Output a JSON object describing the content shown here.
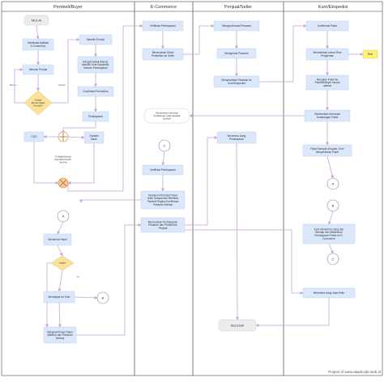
{
  "lanes": [
    {
      "id": "buyer",
      "label": "Pembeli/Buyer"
    },
    {
      "id": "ecom",
      "label": "E-Commerce"
    },
    {
      "id": "seller",
      "label": "Penjual/Seller"
    },
    {
      "id": "courier",
      "label": "Kurir/Ekspedisi"
    }
  ],
  "nodes": [
    {
      "id": "mulai",
      "shape": "terminal",
      "lines": [
        "MULAI"
      ]
    },
    {
      "id": "buka-app",
      "shape": "process",
      "lines": [
        "Membuka Aplikasi",
        "E-Commerce"
      ]
    },
    {
      "id": "cari-produk",
      "shape": "process",
      "lines": [
        "Mencari Produk"
      ]
    },
    {
      "id": "sudah-menemukan",
      "shape": "decision",
      "lines": [
        "Sudah",
        "Menemukan",
        "Produk?"
      ]
    },
    {
      "id": "memilih-produk",
      "shape": "process",
      "lines": [
        "Memilih Produk"
      ]
    },
    {
      "id": "mengisi-detail",
      "shape": "process",
      "lines": [
        "Mengisi Detail Alamat,",
        "Memilih Kurir Ekspedisi,",
        "Metode Pembayaran"
      ]
    },
    {
      "id": "konfirmasi-pembelian",
      "shape": "process",
      "lines": [
        "Konfirmasi Pembelian"
      ]
    },
    {
      "id": "pembayaran",
      "shape": "process",
      "lines": [
        "Pembayaran"
      ]
    },
    {
      "id": "cod",
      "shape": "process",
      "lines": [
        "COD"
      ]
    },
    {
      "id": "transfer-bank",
      "shape": "process",
      "lines": [
        "Transfer",
        "Bank"
      ]
    },
    {
      "id": "a-top",
      "shape": "connector",
      "lines": [
        "A"
      ]
    },
    {
      "id": "menerima-paket",
      "shape": "process",
      "lines": [
        "Menerima Paket"
      ]
    },
    {
      "id": "cod-q",
      "shape": "decision",
      "lines": [
        "COD?"
      ]
    },
    {
      "id": "membayar-kurir",
      "shape": "process",
      "lines": [
        "Membayar ke Kurir"
      ]
    },
    {
      "id": "b-buyer",
      "shape": "connector",
      "lines": [
        "B"
      ]
    },
    {
      "id": "mengkonfirmasi-paket",
      "shape": "process",
      "lines": [
        "Mengkonfirmasi Paket",
        "diterima dan Pesanan",
        "Selesai"
      ]
    },
    {
      "id": "verifikasi-pembayaran-1",
      "shape": "process",
      "lines": [
        "Verifikasi Pembayaran"
      ]
    },
    {
      "id": "meneruskan-detail",
      "shape": "process",
      "lines": [
        "Meneruskan Detail",
        "Pembelian ke Seller"
      ]
    },
    {
      "id": "c-ecom",
      "shape": "connector",
      "lines": [
        "C"
      ]
    },
    {
      "id": "verifikasi-pembayaran-2",
      "shape": "process",
      "lines": [
        "Verifikasi Pembayaran"
      ]
    },
    {
      "id": "memberi-informasi",
      "shape": "process",
      "lines": [
        "Memberi Informasi Paket",
        "telah Sampai dan Meminta",
        "Pembeli Segera Konfirmasi",
        "Pesanan Selesai"
      ]
    },
    {
      "id": "meneruskan-pembayaran",
      "shape": "process",
      "lines": [
        "Meneruskan Pembayaran",
        "Pesanan dari Pembeli ke",
        "Penjual"
      ]
    },
    {
      "id": "mengkonfirmasi-pesanan",
      "shape": "process",
      "lines": [
        "Mengkonfirmasi Pesanan"
      ]
    },
    {
      "id": "mengemas-pesanan",
      "shape": "process",
      "lines": [
        "Mengemas Pesanan"
      ]
    },
    {
      "id": "menyerahkan-pesanan",
      "shape": "process",
      "lines": [
        "Menyerahkan Pesanan ke",
        "Kurir/Ekspedisi"
      ]
    },
    {
      "id": "menerima-uang",
      "shape": "process",
      "lines": [
        "Menerima Uang",
        "Pembayaran"
      ]
    },
    {
      "id": "selesai",
      "shape": "terminal",
      "lines": [
        "SELESAI"
      ]
    },
    {
      "id": "konfirmasi-paket",
      "shape": "process",
      "lines": [
        "Konfirmasi Paket"
      ]
    },
    {
      "id": "memberikan-resi",
      "shape": "process",
      "lines": [
        "Memberikan nomor Resi",
        "Pengiriman"
      ]
    },
    {
      "id": "resi",
      "shape": "note",
      "lines": [
        "Resi"
      ]
    },
    {
      "id": "mengirim-paket",
      "shape": "process",
      "lines": [
        "Mengirim Paket ke",
        "Pembeli/Buyer sesuai",
        "alamat"
      ]
    },
    {
      "id": "memberikan-info-kedatangan",
      "shape": "process",
      "lines": [
        "Memberikan Informasi",
        "Kedatangan Paket"
      ]
    },
    {
      "id": "paket-sampai",
      "shape": "process",
      "lines": [
        "Paket Sampai di tujuan, Kurir",
        "Menyerahkan Paket"
      ]
    },
    {
      "id": "a-courier",
      "shape": "connector",
      "lines": [
        "A"
      ]
    },
    {
      "id": "b-courier",
      "shape": "connector",
      "lines": [
        "B"
      ]
    },
    {
      "id": "kurir-menerima-uang",
      "shape": "process",
      "lines": [
        "Kurir Menerima Uang dan",
        "Bersiap dan Melakukan",
        "Pembayaran Paket ke E-",
        "Commerce"
      ]
    },
    {
      "id": "c-courier",
      "shape": "connector",
      "lines": [
        "C"
      ]
    },
    {
      "id": "menerima-uang-jasa",
      "shape": "process",
      "lines": [
        "Menerima Uang Jasa Kirim"
      ]
    }
  ],
  "notes": [
    {
      "id": "note-cod",
      "lines": [
        "E-Wallet/Virtual",
        "Pay,Kartu Kredit,",
        "Via Pos"
      ]
    },
    {
      "id": "note-info",
      "lines": [
        "Memberikan informasi",
        "Kedatangan paket kepada",
        "pembeli"
      ]
    }
  ],
  "edge_labels": [
    {
      "id": "lbl-belum",
      "text": "Belum"
    },
    {
      "id": "lbl-sudah",
      "text": "Sudah"
    },
    {
      "id": "lbl-ya",
      "text": "Ya"
    }
  ],
  "footer": "Project of www.akadcode.web.id",
  "colors": {
    "process": "#dbe8fb",
    "terminal": "#ececec",
    "decision": "#fbe29a",
    "connector": "#ffffff",
    "note": "#fff07a",
    "edge": "#c9a3d9",
    "lane_line": "#777777",
    "text": "#333333"
  }
}
